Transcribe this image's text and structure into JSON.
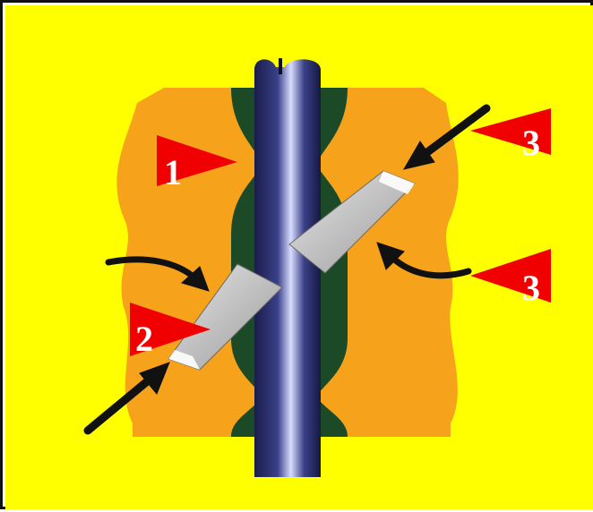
{
  "diagram": {
    "background_color": "#ffff00",
    "die_color": "#f7a21b",
    "gap_color": "#1c4a26",
    "shaft_color": "#2a2f6b",
    "blade_color": "#b5b5b5",
    "marker_color": "#f00000",
    "arrow_color": "#111111",
    "markers": [
      {
        "label": "1"
      },
      {
        "label": "2"
      },
      {
        "label": "3"
      },
      {
        "label": "3"
      }
    ]
  }
}
